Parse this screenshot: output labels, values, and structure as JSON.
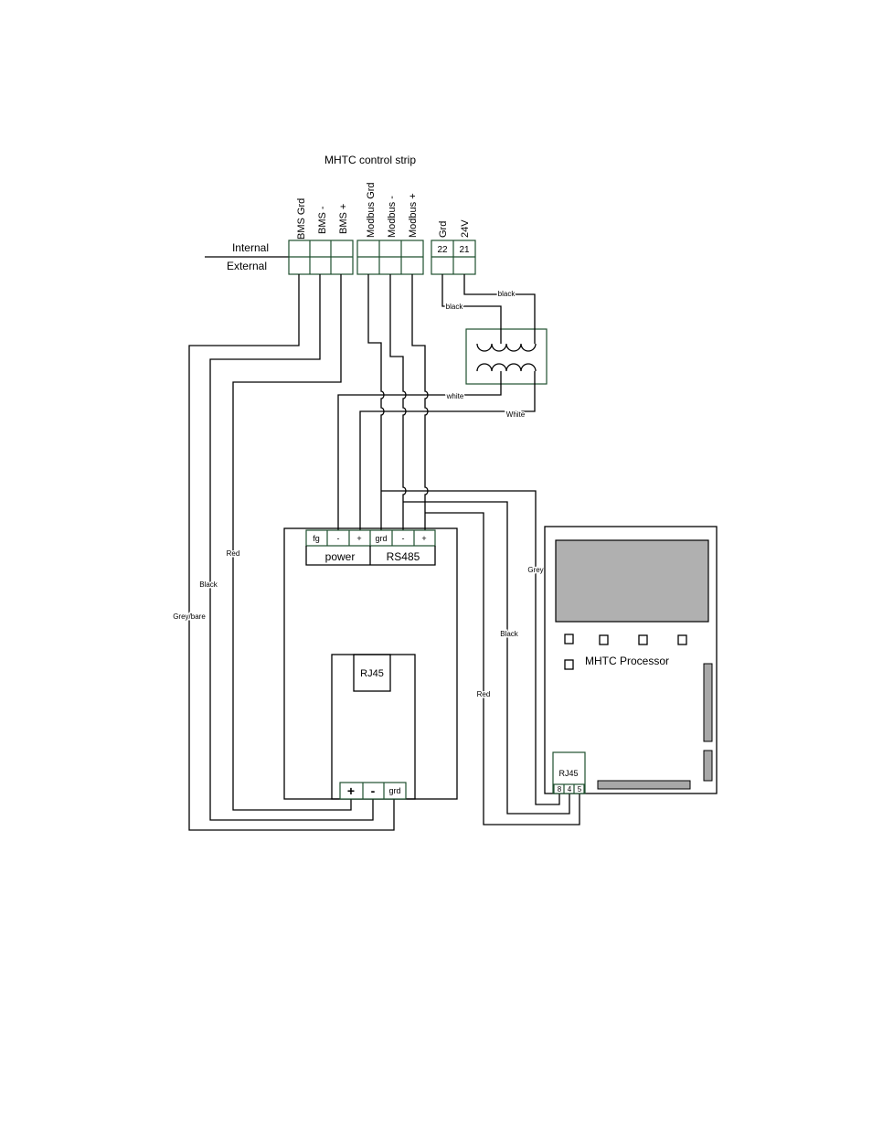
{
  "diagram": {
    "title": "MHTC control strip",
    "strip_rows": {
      "internal": "Internal",
      "external": "External"
    },
    "strip_labels": {
      "bms_grd": "BMS Grd",
      "bms_minus": "BMS -",
      "bms_plus": "BMS +",
      "modbus_grd": "Modbus Grd",
      "modbus_minus": "Modbus -",
      "modbus_plus": "Modbus +",
      "grd": "Grd",
      "v24": "24V"
    },
    "terminal_numbers": {
      "t22": "22",
      "t21": "21"
    },
    "converter": {
      "fg": "fg",
      "minus": "-",
      "plus": "+",
      "grd": "grd",
      "power": "power",
      "rs485": "RS485",
      "rj45": "RJ45",
      "bottom_plus": "+",
      "bottom_minus": "-",
      "bottom_grd": "grd"
    },
    "processor": {
      "name": "MHTC Processor",
      "rj45": "RJ45",
      "pins": [
        "8",
        "4",
        "5"
      ]
    },
    "wire_labels": {
      "black_upper": "black",
      "black_lower": "black",
      "white_upper": "white",
      "white_lower": "White",
      "red_left": "Red",
      "black_left": "Black",
      "grey_bare": "Grey/bare",
      "grey_right": "Grey",
      "black_right": "Black",
      "red_right": "Red"
    }
  }
}
